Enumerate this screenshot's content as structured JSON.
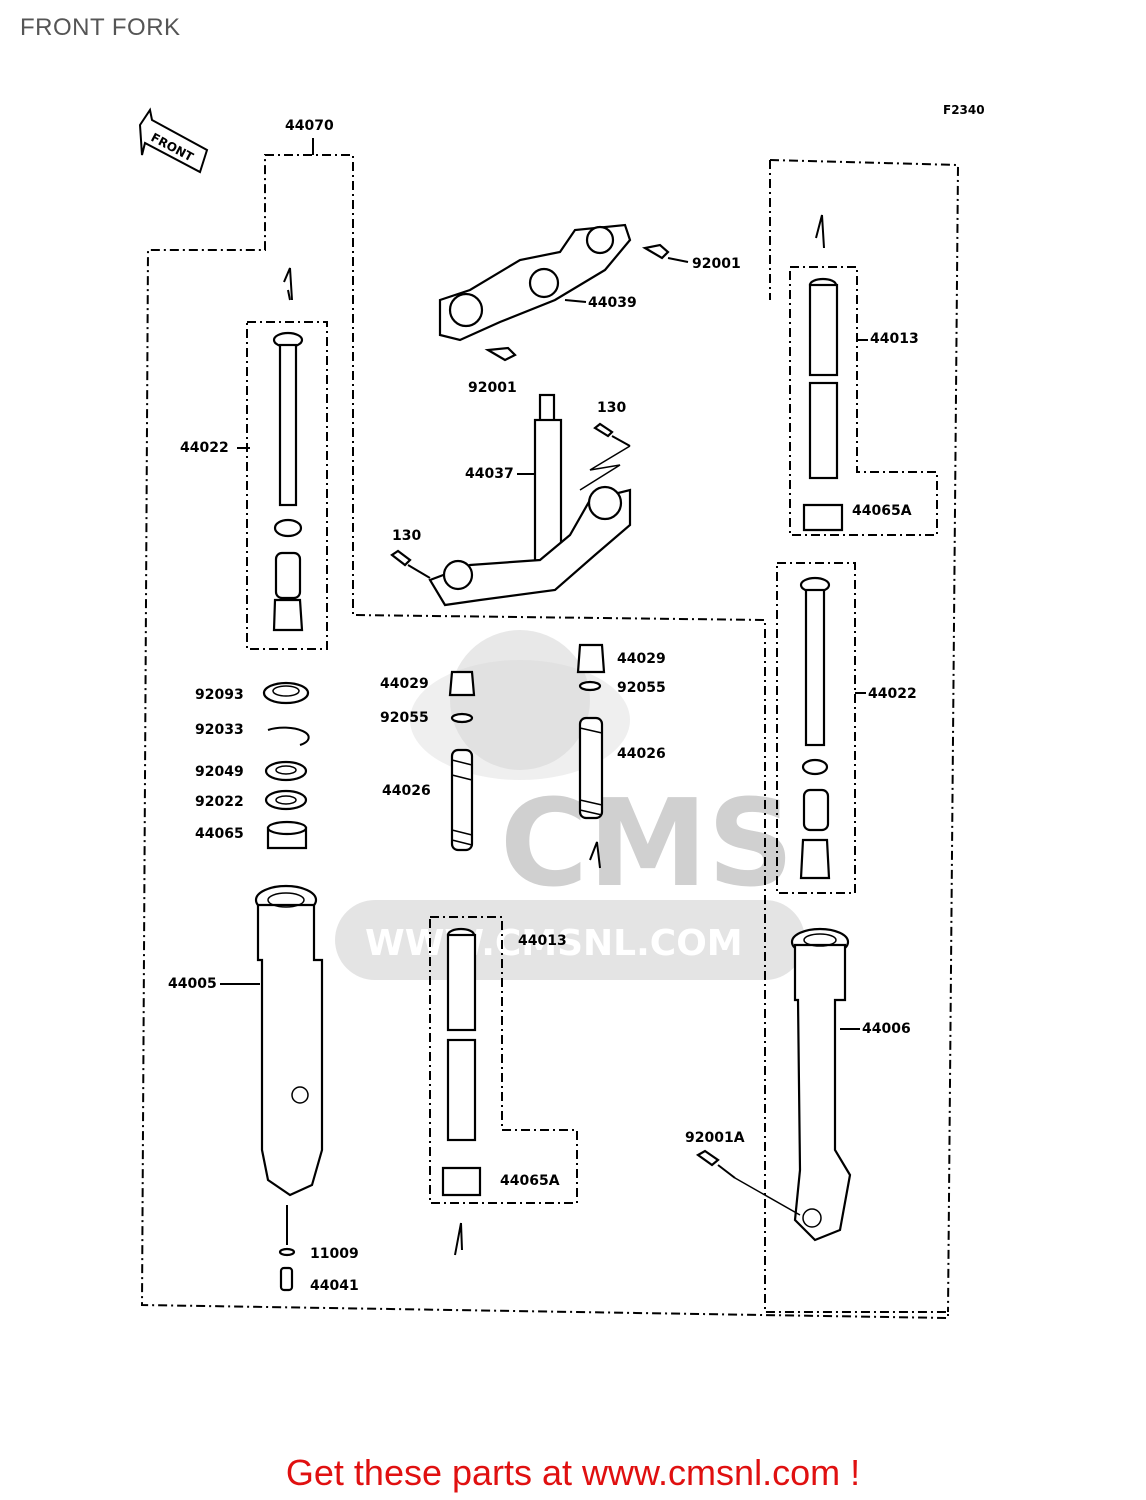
{
  "title": "FRONT FORK",
  "figure_code": "F2340",
  "front_arrow_label": "FRONT",
  "parts": {
    "p44070": "44070",
    "p44039": "44039",
    "p92001_top": "92001",
    "p92001_mid": "92001",
    "p130_right": "130",
    "p130_left": "130",
    "p44037": "44037",
    "p44022_left": "44022",
    "p44022_right": "44022",
    "p44013_right": "44013",
    "p44065A_right": "44065A",
    "p44029_left": "44029",
    "p44029_right": "44029",
    "p92055_left": "92055",
    "p92055_right": "92055",
    "p44026_left": "44026",
    "p44026_right": "44026",
    "p92093": "92093",
    "p92033": "92033",
    "p92049": "92049",
    "p92022": "92022",
    "p44065": "44065",
    "p44005": "44005",
    "p44006": "44006",
    "p44013_center": "44013",
    "p44065A_center": "44065A",
    "p92001A": "92001A",
    "p11009": "11009",
    "p44041": "44041"
  },
  "watermark": {
    "logo": "CMS",
    "url": "WWW.CMSNL.COM"
  },
  "footer": "Get these parts at www.cmsnl.com !",
  "colors": {
    "footer": "#e01010",
    "title": "#555555",
    "watermark": "#d8d8d8"
  }
}
